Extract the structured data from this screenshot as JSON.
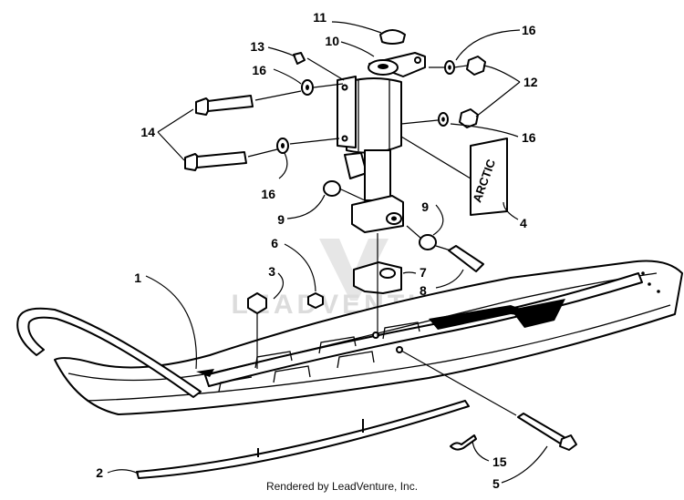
{
  "credit": "Rendered by LeadVenture, Inc.",
  "watermark": "LEADVENTURE",
  "decal_text": "ARCTIC",
  "callouts": [
    "1",
    "2",
    "3",
    "4",
    "5",
    "6",
    "7",
    "8",
    "9",
    "9",
    "10",
    "11",
    "12",
    "13",
    "14",
    "15",
    "16",
    "16",
    "16",
    "16"
  ]
}
